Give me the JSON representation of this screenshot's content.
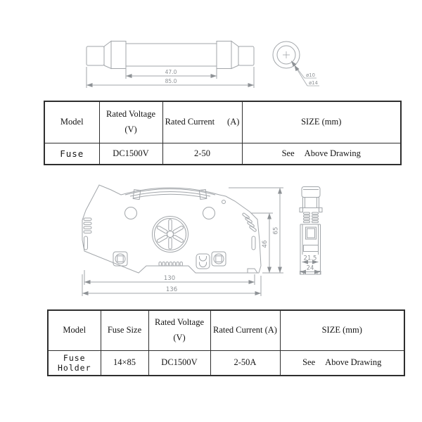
{
  "drawing_fuse": {
    "dim_body": "47.0",
    "dim_overall": "85.0",
    "dia_small": "ø10",
    "dia_large": "ø14"
  },
  "table_fuse": {
    "header_model": "Model",
    "header_voltage_1": "Rated Voltage",
    "header_voltage_2": "(V)",
    "header_current": "Rated Current",
    "header_current_unit": "(A)",
    "header_size": "SIZE (mm)",
    "row_model": "Fuse",
    "row_voltage": "DC1500V",
    "row_current": "2-50",
    "row_size_1": "See",
    "row_size_2": "Above Drawing"
  },
  "drawing_holder": {
    "dim_inner_width": "130",
    "dim_outer_width": "136",
    "dim_mid_height": "46",
    "dim_total_height": "65",
    "dim_inner_depth": "21.5",
    "dim_outer_depth": "24"
  },
  "table_holder": {
    "header_model": "Model",
    "header_fuse_size": "Fuse Size",
    "header_voltage_1": "Rated Voltage",
    "header_voltage_2": "(V)",
    "header_current": "Rated Current (A)",
    "header_size": "SIZE (mm)",
    "row_model": "Fuse Holder",
    "row_fuse_size": "14×85",
    "row_voltage": "DC1500V",
    "row_current": "2-50A",
    "row_size_1": "See",
    "row_size_2": "Above Drawing"
  },
  "colors": {
    "drawing_line": "#a2a6aa",
    "dimension_text": "#8e9296",
    "table_border": "#2e2e2e",
    "text": "#141414",
    "background": "#ffffff"
  }
}
